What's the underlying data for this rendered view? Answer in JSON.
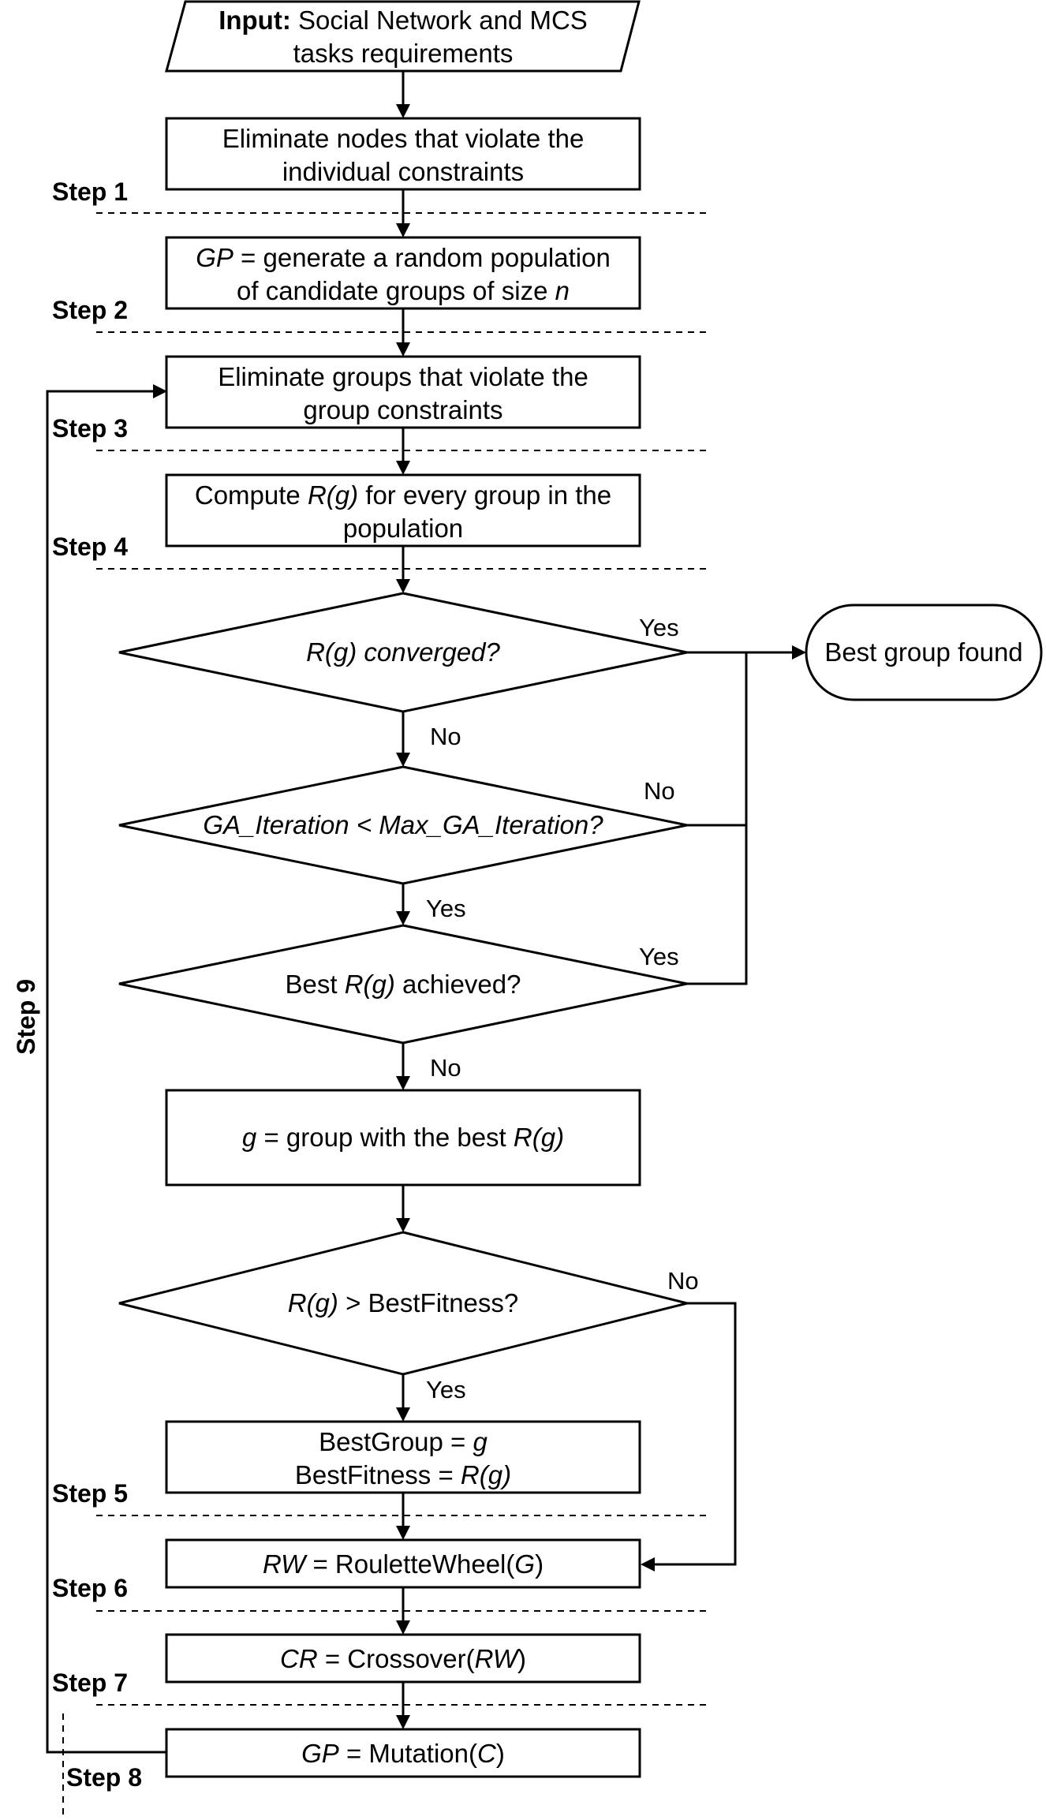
{
  "nodes": {
    "input": {
      "bold": "Input:",
      "line1": " Social Network and MCS",
      "line2": "tasks requirements"
    },
    "eliminate_nodes": {
      "line1": "Eliminate nodes that violate the",
      "line2": "individual constraints"
    },
    "generate_population": {
      "l1_i": "GP",
      "l1_t": " = generate a random population",
      "l2_t": "of candidate groups of size ",
      "l2_i": "n"
    },
    "eliminate_groups": {
      "line1": "Eliminate groups that violate the",
      "line2": "group constraints"
    },
    "compute_rg": {
      "l1_a": "Compute ",
      "l1_i": "R(g)",
      "l1_b": " for every group in the",
      "line2": "population"
    },
    "converged": {
      "text": "R(g) converged?"
    },
    "iteration_check": {
      "text": "GA_Iteration < Max_GA_Iteration?"
    },
    "best_achieved": {
      "a": "Best ",
      "i": "R(g)",
      "b": " achieved?"
    },
    "best_group_found": {
      "text": "Best group found"
    },
    "select_best": {
      "i1": "g",
      "t": " = group with the best ",
      "i2": "R(g)"
    },
    "fitness_check": {
      "i": "R(g)",
      "t": " > BestFitness?"
    },
    "update_best": {
      "l1_t": "BestGroup = ",
      "l1_i": "g",
      "l2_t": "BestFitness = ",
      "l2_i": "R(g)"
    },
    "roulette": {
      "i1": "RW",
      "t1": " = RouletteWheel(",
      "i2": "G",
      "t2": ")"
    },
    "crossover": {
      "i1": "CR",
      "t1": " = Crossover(",
      "i2": "RW",
      "t2": ")"
    },
    "mutation": {
      "i1": "GP",
      "t1": " = Mutation(",
      "i2": "C",
      "t2": ")"
    }
  },
  "edge_labels": {
    "converged_yes": "Yes",
    "converged_no": "No",
    "iteration_no": "No",
    "iteration_yes": "Yes",
    "achieved_yes": "Yes",
    "achieved_no": "No",
    "fitness_no": "No",
    "fitness_yes": "Yes"
  },
  "steps": {
    "s1": "Step 1",
    "s2": "Step 2",
    "s3": "Step 3",
    "s4": "Step 4",
    "s5": "Step 5",
    "s6": "Step 6",
    "s7": "Step 7",
    "s8": "Step 8",
    "s9": "Step 9"
  }
}
